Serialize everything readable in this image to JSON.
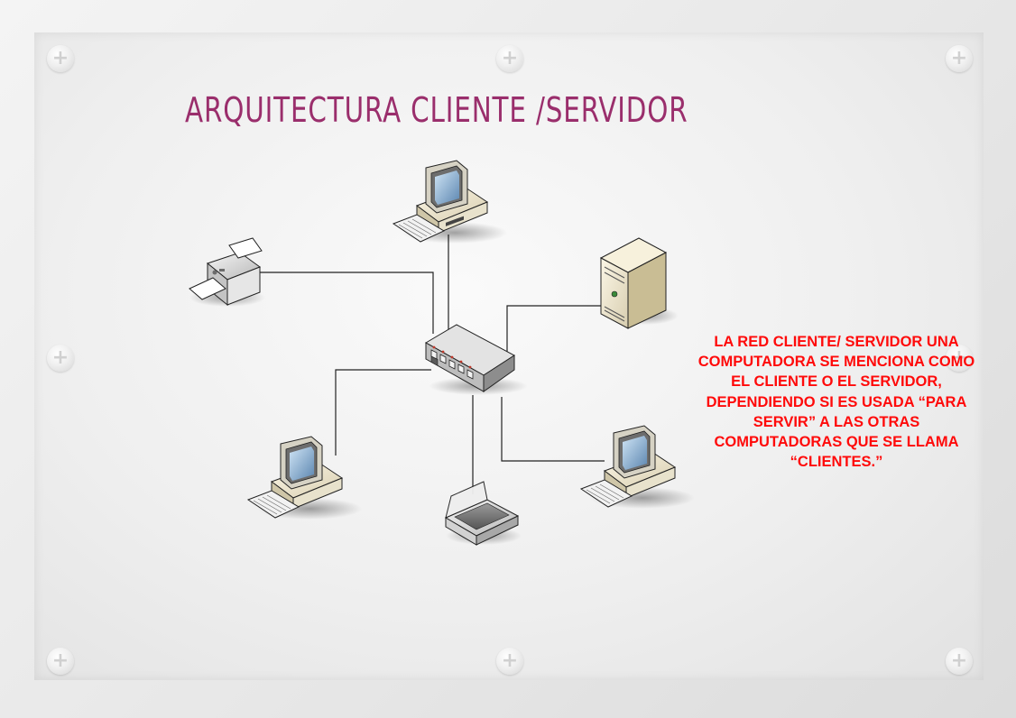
{
  "slide": {
    "title": "ARQUITECTURA CLIENTE /SERVIDOR",
    "caption": "LA RED CLIENTE/ SERVIDOR UNA COMPUTADORA SE MENCIONA COMO EL CLIENTE O EL SERVIDOR, DEPENDIENDO SI ES USADA “PARA SERVIR”  A LAS OTRAS COMPUTADORAS QUE SE LLAMA “CLIENTES.”"
  },
  "diagram": {
    "nodes": [
      {
        "id": "printer",
        "icon": "printer-icon"
      },
      {
        "id": "pc-top",
        "icon": "desktop-computer-icon"
      },
      {
        "id": "server",
        "icon": "server-tower-icon"
      },
      {
        "id": "switch",
        "icon": "network-switch-icon"
      },
      {
        "id": "pc-left",
        "icon": "desktop-computer-icon"
      },
      {
        "id": "scanner",
        "icon": "scanner-icon"
      },
      {
        "id": "pc-right",
        "icon": "desktop-computer-icon"
      }
    ],
    "links": [
      [
        "printer",
        "switch"
      ],
      [
        "pc-top",
        "switch"
      ],
      [
        "server",
        "switch"
      ],
      [
        "pc-left",
        "switch"
      ],
      [
        "scanner",
        "switch"
      ],
      [
        "pc-right",
        "switch"
      ]
    ]
  },
  "colors": {
    "title": "#9a2e6c",
    "caption": "#ff0a0a",
    "line": "#222222"
  }
}
